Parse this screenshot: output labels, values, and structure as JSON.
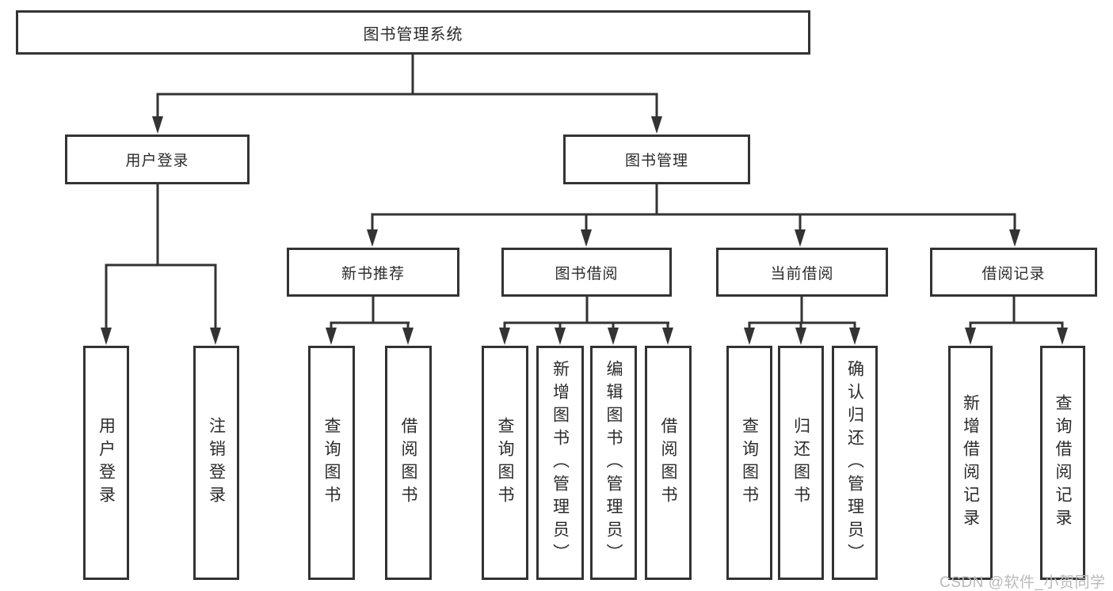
{
  "colors": {
    "line": "#333333",
    "text": "#2b2b2b",
    "box_background": "#ffffff",
    "page_background": "#ffffff",
    "watermark": "#b9b9b9"
  },
  "diagram": {
    "root": {
      "label": "图书管理系统"
    },
    "branches": [
      {
        "label": "用户登录",
        "children": [
          {
            "label": "用户登录"
          },
          {
            "label": "注销登录"
          }
        ]
      },
      {
        "label": "图书管理",
        "sections": [
          {
            "label": "新书推荐",
            "children": [
              {
                "label": "查询图书"
              },
              {
                "label": "借阅图书"
              }
            ]
          },
          {
            "label": "图书借阅",
            "children": [
              {
                "label": "查询图书"
              },
              {
                "label": "新增图书（管理员）"
              },
              {
                "label": "编辑图书（管理员）"
              },
              {
                "label": "借阅图书"
              }
            ]
          },
          {
            "label": "当前借阅",
            "children": [
              {
                "label": "查询图书"
              },
              {
                "label": "归还图书"
              },
              {
                "label": "确认归还（管理员）"
              }
            ]
          },
          {
            "label": "借阅记录",
            "children": [
              {
                "label": "新增借阅记录"
              },
              {
                "label": "查询借阅记录"
              }
            ]
          }
        ]
      }
    ]
  },
  "watermark": {
    "text": "CSDN @软件_小贺同学"
  }
}
